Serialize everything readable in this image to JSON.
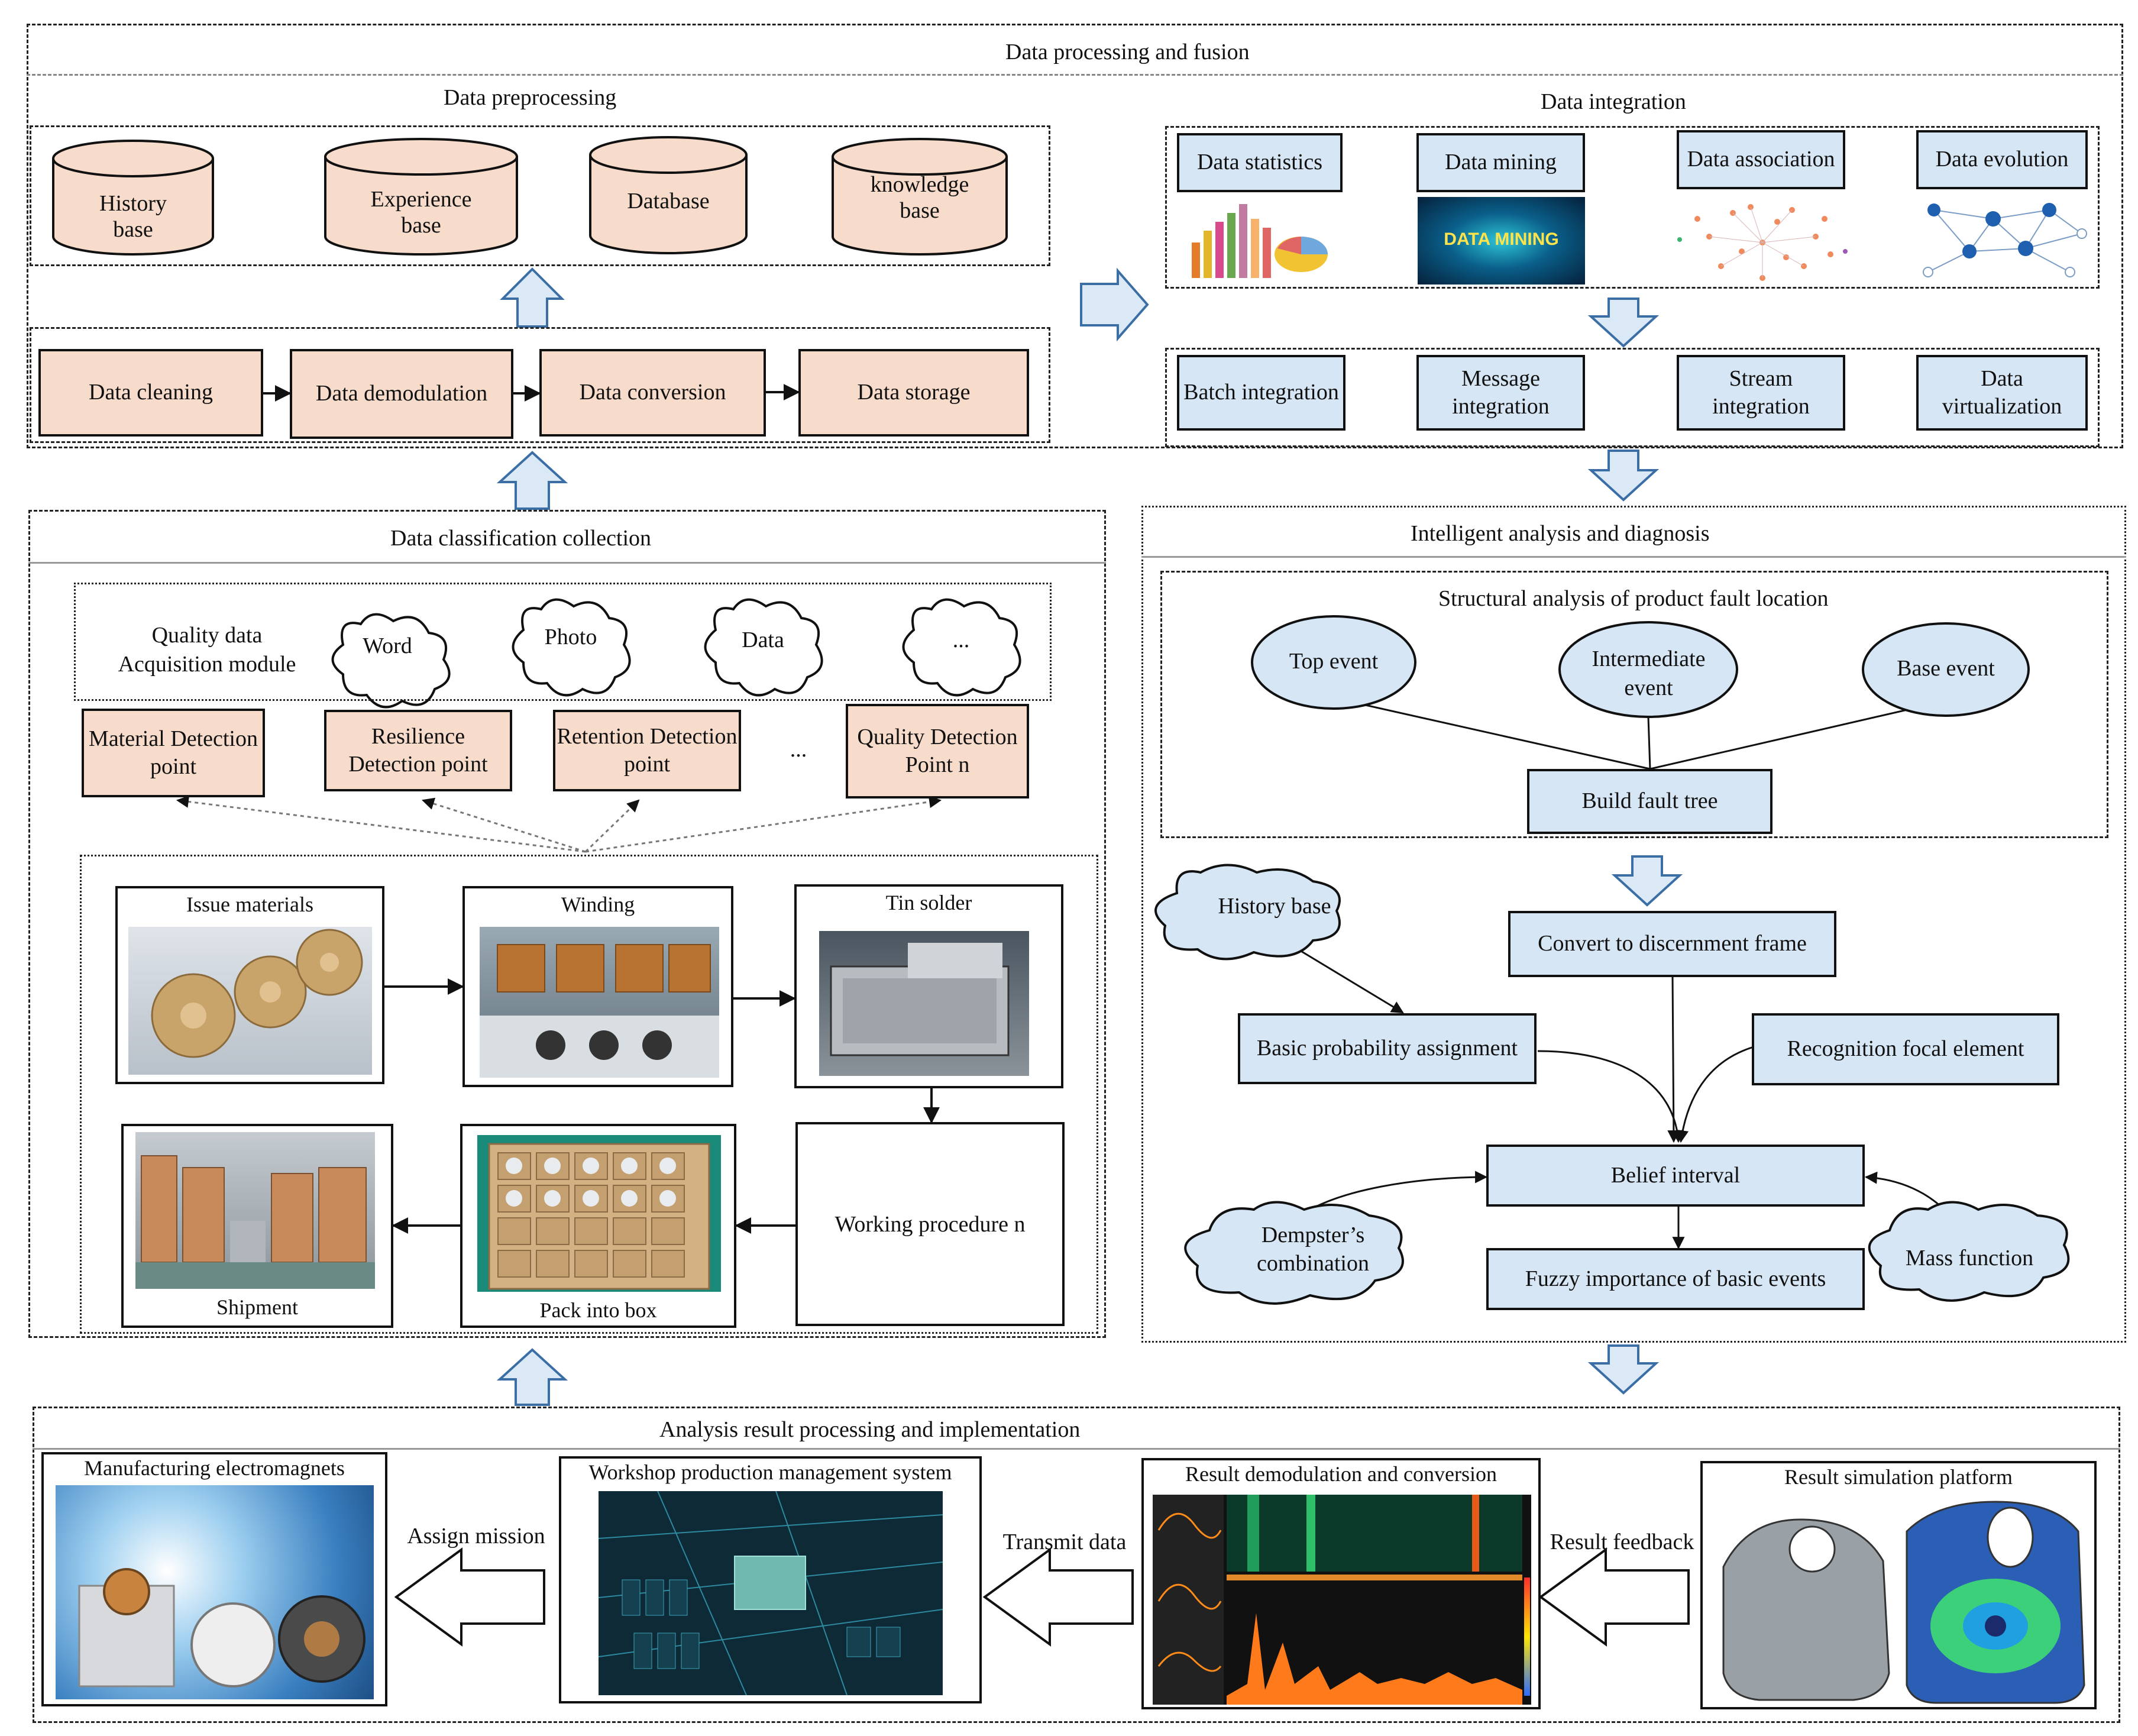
{
  "colors": {
    "pink_fill": "#f8dccb",
    "blue_fill": "#d6e6f4",
    "arrow_fill": "#dbe8f5",
    "arrow_stroke": "#3a6ea5"
  },
  "top": {
    "title": "Data processing and fusion",
    "preprocessing": {
      "title": "Data  preprocessing",
      "stores": [
        "History base",
        "Experience base",
        "Database",
        "knowledge base"
      ],
      "steps": [
        "Data cleaning",
        "Data demodulation",
        "Data conversion",
        "Data storage"
      ]
    },
    "integration": {
      "title": "Data integration",
      "methods": [
        "Data statistics",
        "Data  mining",
        "Data  association",
        "Data evolution"
      ],
      "mining_image_text": "DATA MINING",
      "types": [
        "Batch integration",
        "Message integration",
        "Stream integration",
        "Data virtualization"
      ]
    }
  },
  "collection": {
    "title": "Data classification collection",
    "module_label": "Quality data Acquisition module",
    "clouds": [
      "Word",
      "Photo",
      "Data",
      "..."
    ],
    "points": [
      "Material Detection point",
      "Resilience Detection point",
      "Retention Detection point",
      "Quality Detection Point n"
    ],
    "points_ellipsis": "...",
    "process": [
      "Issue materials",
      "Winding",
      "Tin solder",
      "Working procedure n",
      "Pack into box",
      "Shipment"
    ]
  },
  "analysis": {
    "title": "Intelligent analysis and diagnosis",
    "fault_title": "Structural analysis of product fault location",
    "events": [
      "Top event",
      "Intermediate event",
      "Base event"
    ],
    "fault_tree": "Build fault tree",
    "history_base": "History base",
    "convert": "Convert to discernment frame",
    "bpa": "Basic probability assignment",
    "recognition": "Recognition focal element",
    "belief": "Belief interval",
    "dempster": "Dempster’s combination",
    "mass": "Mass function",
    "fuzzy": "Fuzzy  importance of basic events"
  },
  "bottom": {
    "title": "Analysis result processing and implementation",
    "panels": [
      "Manufacturing electromagnets",
      "Workshop production management system",
      "Result demodulation and conversion",
      "Result simulation platform"
    ],
    "arrows": [
      "Assign  mission",
      "Transmit data",
      "Result feedback"
    ]
  }
}
